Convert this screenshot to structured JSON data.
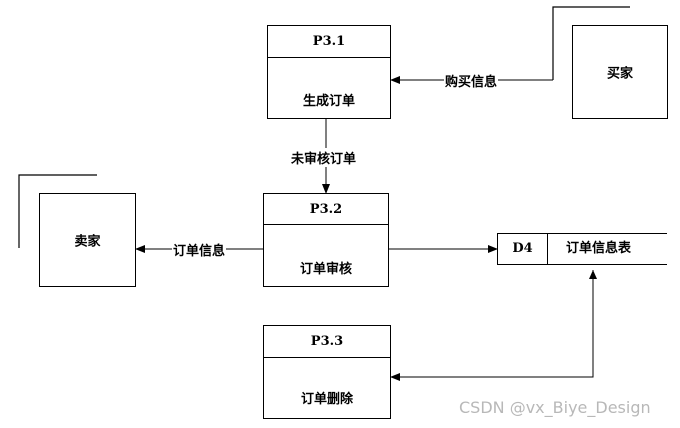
{
  "processes": [
    {
      "id": "P3.1",
      "name": "生成订单"
    },
    {
      "id": "P3.2",
      "name": "订单审核"
    },
    {
      "id": "P3.3",
      "name": "订单删除"
    }
  ],
  "entities": {
    "buyer": "买家",
    "seller": "卖家"
  },
  "data_store": {
    "id": "D4",
    "name": "订单信息表"
  },
  "flows": {
    "purchase_info": "购买信息",
    "unreviewed_order": "未审核订单",
    "order_info": "订单信息"
  },
  "watermark": "CSDN @vx_Biye_Design"
}
